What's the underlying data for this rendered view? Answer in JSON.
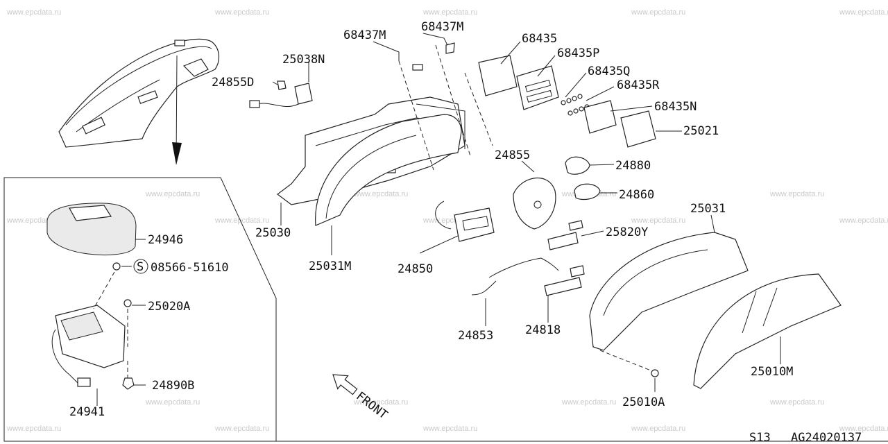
{
  "watermark": "www.epcdata.ru",
  "diagram": {
    "front_label": "FRONT",
    "sheet_code": "S13",
    "drawing_number": "AG24020137",
    "callouts": [
      {
        "id": "c-68437m-a",
        "text": "68437M"
      },
      {
        "id": "c-68437m-b",
        "text": "68437M"
      },
      {
        "id": "c-68435",
        "text": "68435"
      },
      {
        "id": "c-68435p",
        "text": "68435P"
      },
      {
        "id": "c-68435q",
        "text": "68435Q"
      },
      {
        "id": "c-68435r",
        "text": "68435R"
      },
      {
        "id": "c-68435n",
        "text": "68435N"
      },
      {
        "id": "c-25021",
        "text": "25021"
      },
      {
        "id": "c-25038n",
        "text": "25038N"
      },
      {
        "id": "c-24855d",
        "text": "24855D"
      },
      {
        "id": "c-24855",
        "text": "24855"
      },
      {
        "id": "c-24880",
        "text": "24880"
      },
      {
        "id": "c-24860",
        "text": "24860"
      },
      {
        "id": "c-25031",
        "text": "25031"
      },
      {
        "id": "c-25820y",
        "text": "25820Y"
      },
      {
        "id": "c-25030",
        "text": "25030"
      },
      {
        "id": "c-25031m",
        "text": "25031M"
      },
      {
        "id": "c-24850",
        "text": "24850"
      },
      {
        "id": "c-24853",
        "text": "24853"
      },
      {
        "id": "c-24818",
        "text": "24818"
      },
      {
        "id": "c-25010m",
        "text": "25010M"
      },
      {
        "id": "c-25010a",
        "text": "25010A"
      },
      {
        "id": "c-24946",
        "text": "24946"
      },
      {
        "id": "c-08566",
        "text": "08566-51610"
      },
      {
        "id": "c-25020a",
        "text": "25020A"
      },
      {
        "id": "c-24890b",
        "text": "24890B"
      },
      {
        "id": "c-24941",
        "text": "24941"
      }
    ],
    "standard_part_symbol": "S"
  }
}
